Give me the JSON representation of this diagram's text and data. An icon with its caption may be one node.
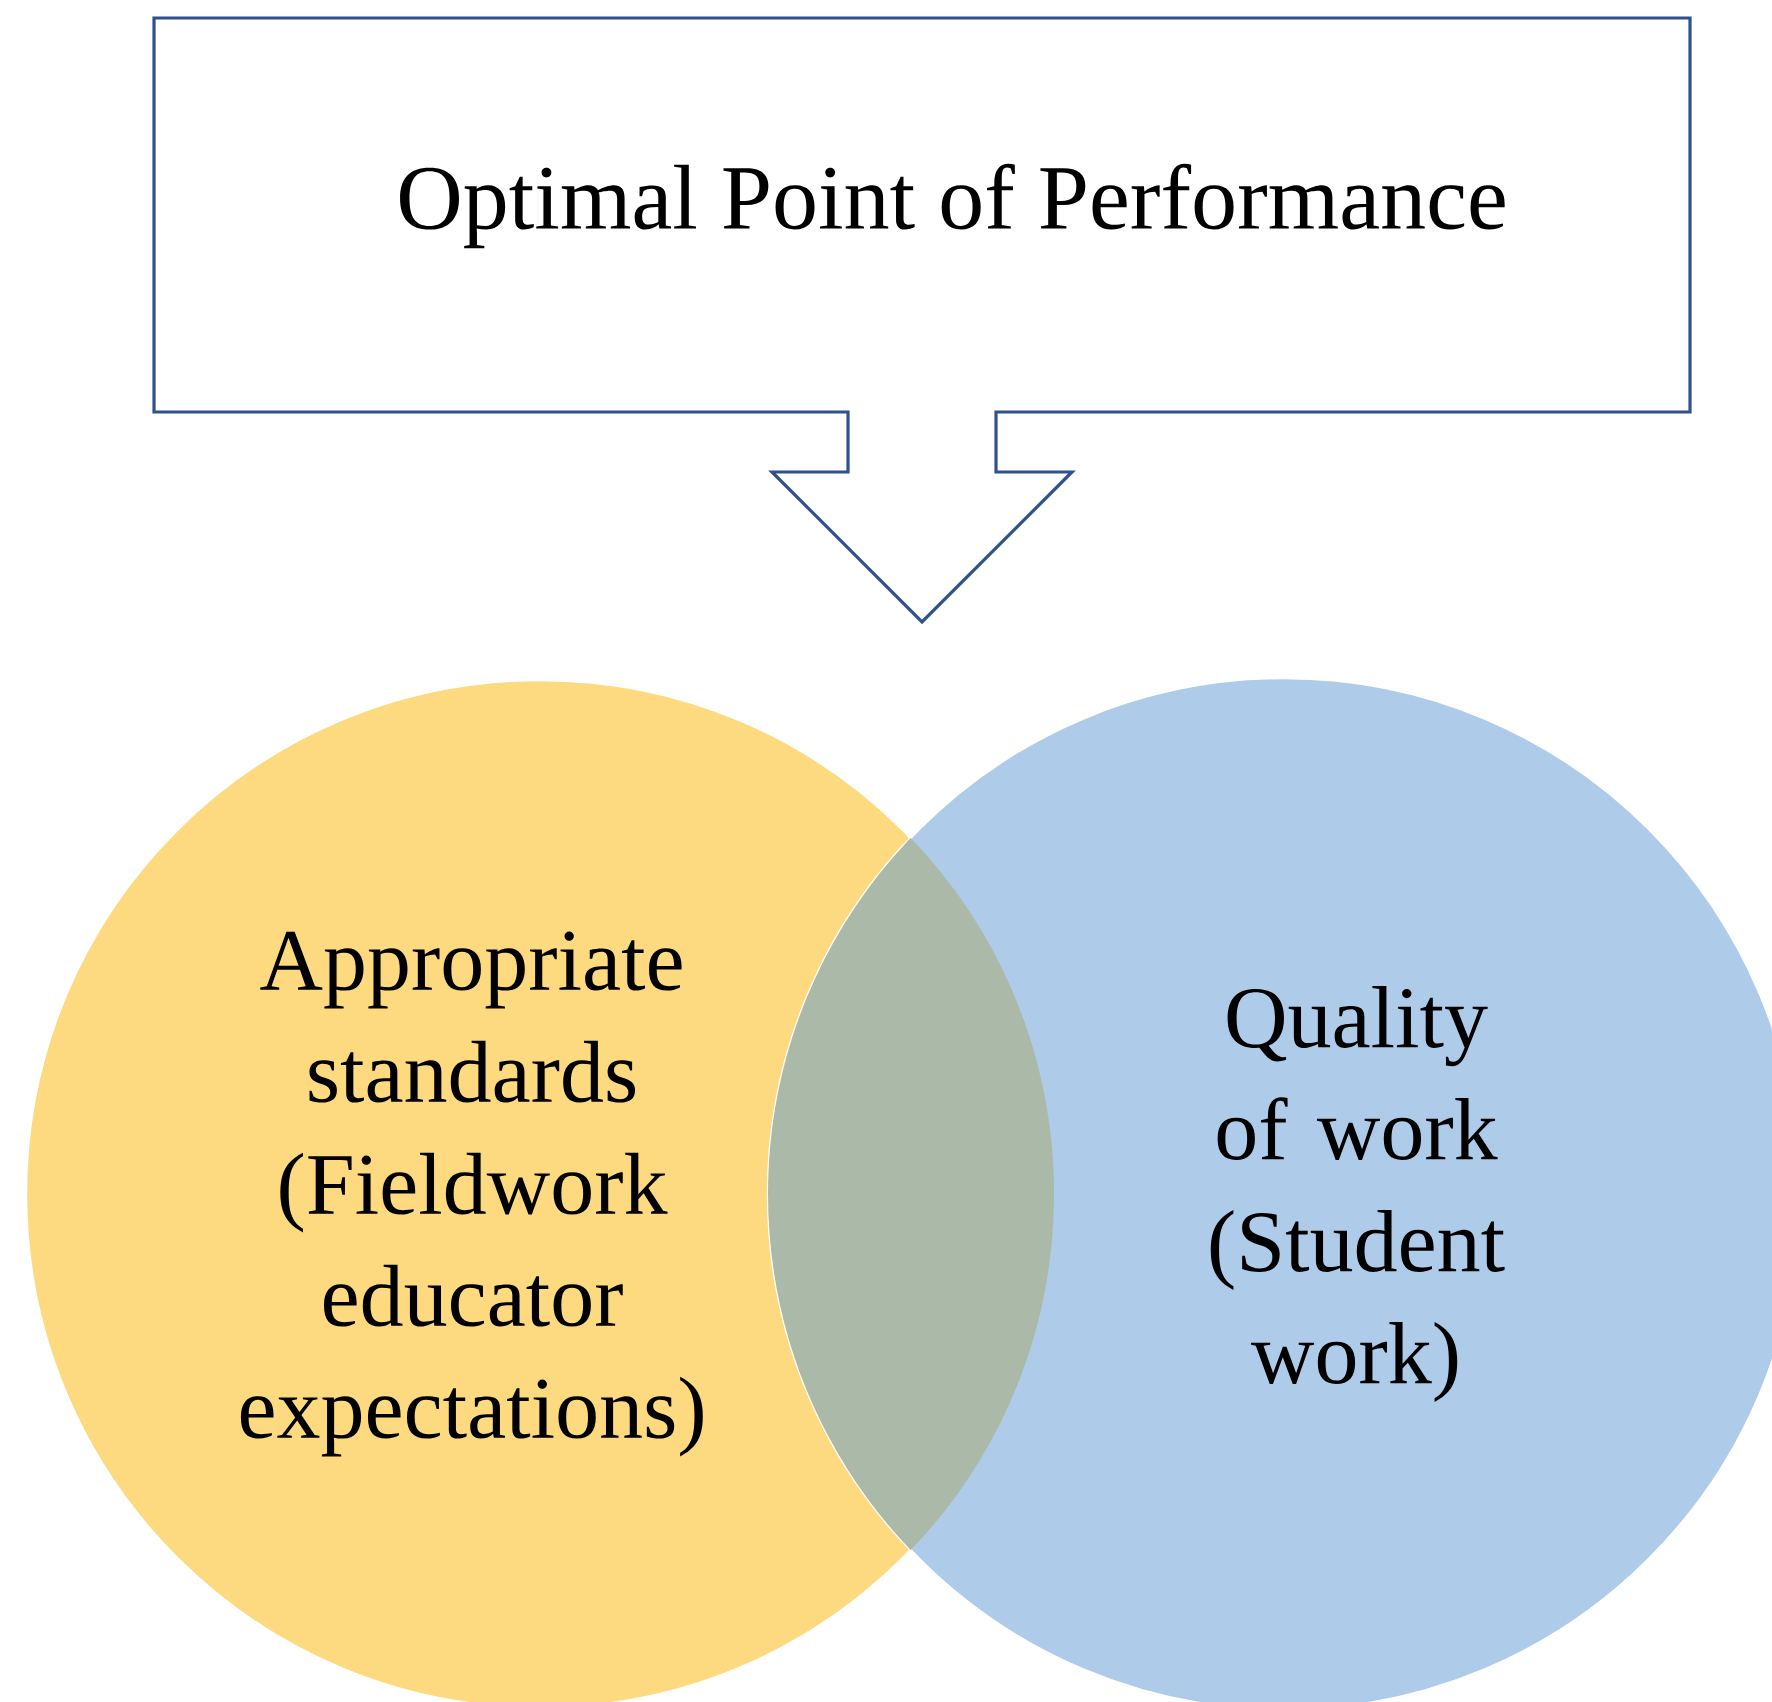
{
  "diagram": {
    "nodes": [
      {
        "text": [
          "Optimal Point of Performance"
        ]
      },
      {
        "text": [
          "Appropriate standards (Fieldwork educator expectations)"
        ]
      },
      {
        "text": [
          "Quality of work (Student work)"
        ]
      }
    ]
  }
}
